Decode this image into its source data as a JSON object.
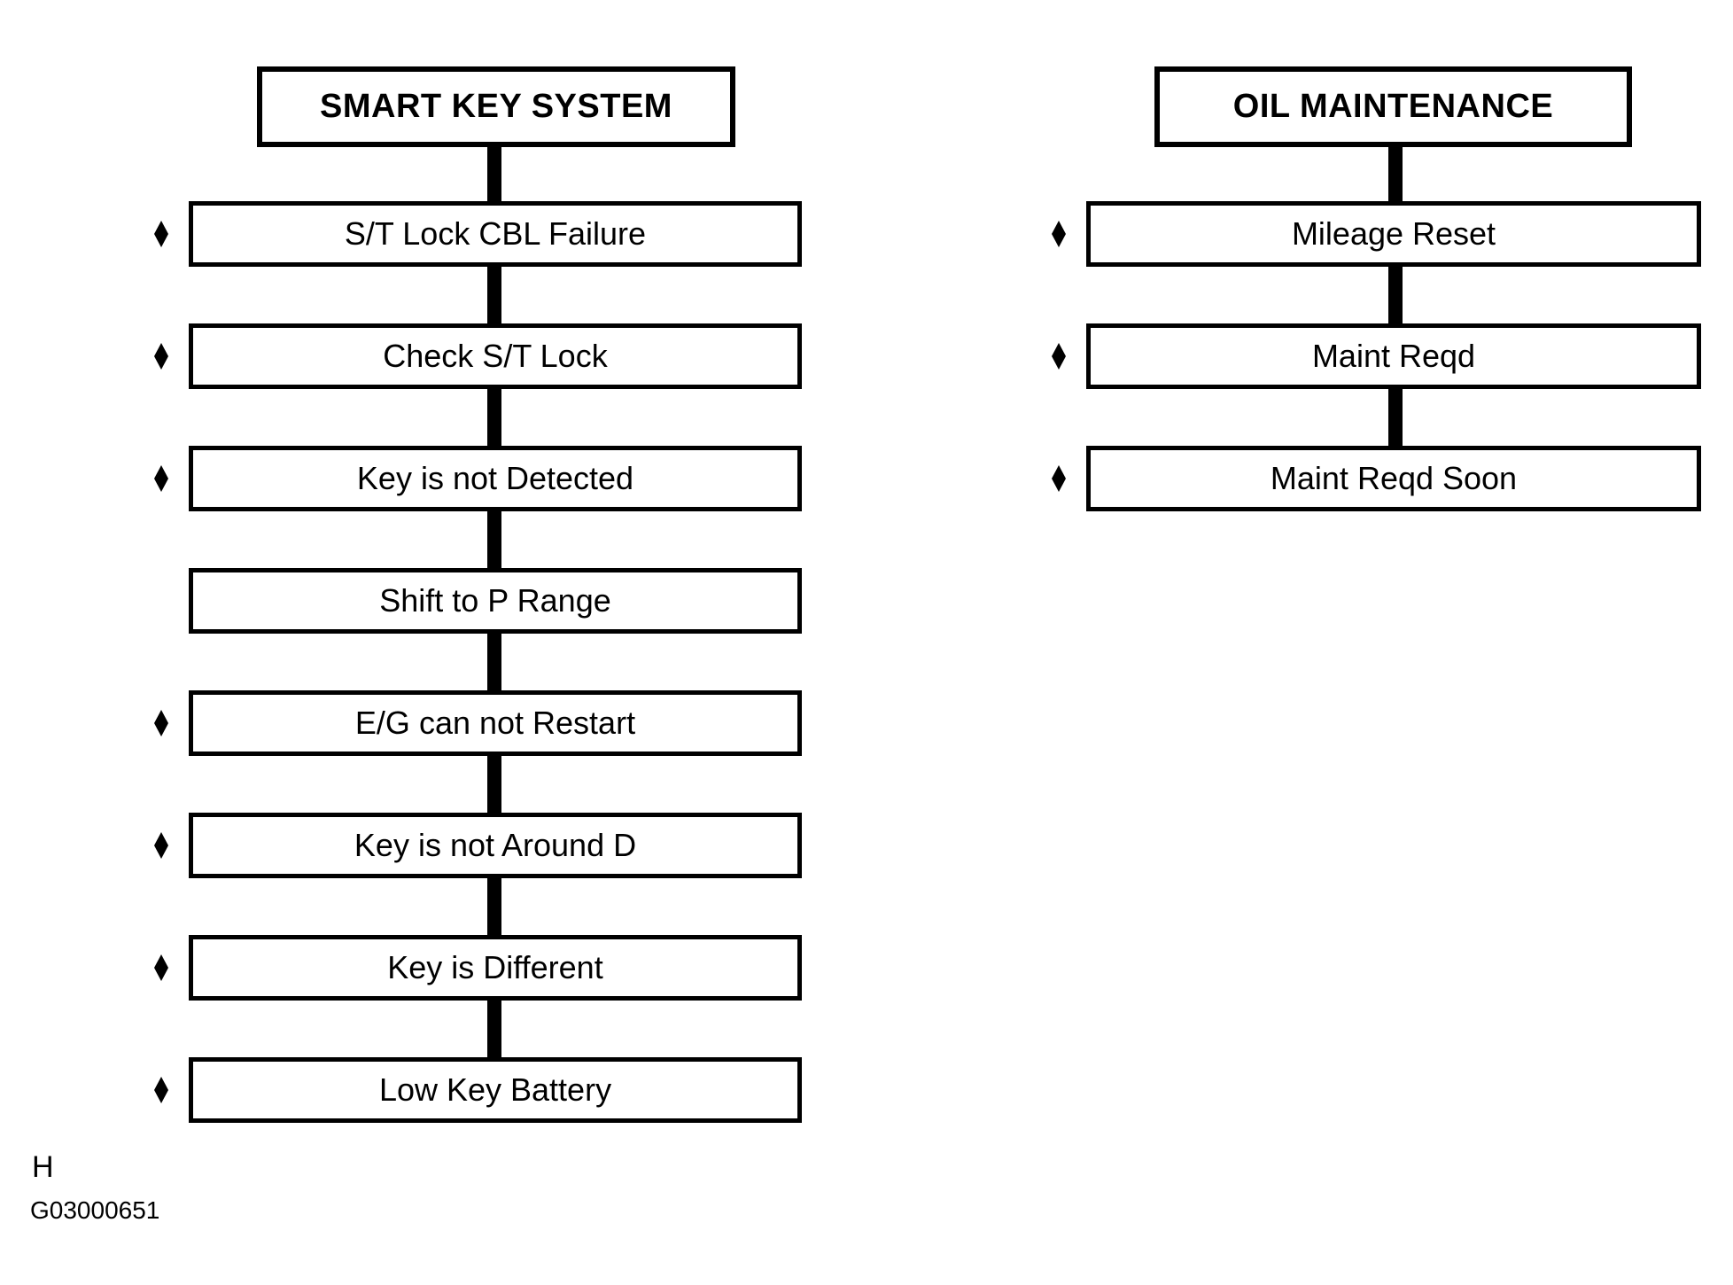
{
  "page": {
    "background_color": "#ffffff",
    "ink_color": "#000000",
    "type": "service-manual combination meter display flowchart"
  },
  "columns": [
    {
      "id": "smart-key-system",
      "header": "SMART KEY SYSTEM",
      "items": [
        {
          "label": "S/T Lock CBL Failure",
          "bullet": true,
          "bullet_icon": "black-diamond"
        },
        {
          "label": "Check S/T Lock",
          "bullet": true,
          "bullet_icon": "black-diamond"
        },
        {
          "label": "Key is not Detected",
          "bullet": true,
          "bullet_icon": "black-diamond"
        },
        {
          "label": "Shift to P Range",
          "bullet": false,
          "bullet_icon": null
        },
        {
          "label": "E/G can not Restart",
          "bullet": true,
          "bullet_icon": "black-diamond"
        },
        {
          "label": "Key is not Around D",
          "bullet": true,
          "bullet_icon": "black-diamond"
        },
        {
          "label": "Key is Different",
          "bullet": true,
          "bullet_icon": "black-diamond"
        },
        {
          "label": "Low Key Battery",
          "bullet": true,
          "bullet_icon": "black-diamond"
        }
      ]
    },
    {
      "id": "oil-maintenance",
      "header": "OIL MAINTENANCE",
      "items": [
        {
          "label": "Mileage Reset",
          "bullet": true,
          "bullet_icon": "black-diamond"
        },
        {
          "label": "Maint Reqd",
          "bullet": true,
          "bullet_icon": "black-diamond"
        },
        {
          "label": "Maint Reqd Soon",
          "bullet": true,
          "bullet_icon": "black-diamond"
        }
      ]
    }
  ],
  "footer": {
    "section_letter": "H",
    "figure_id": "G03000651"
  }
}
